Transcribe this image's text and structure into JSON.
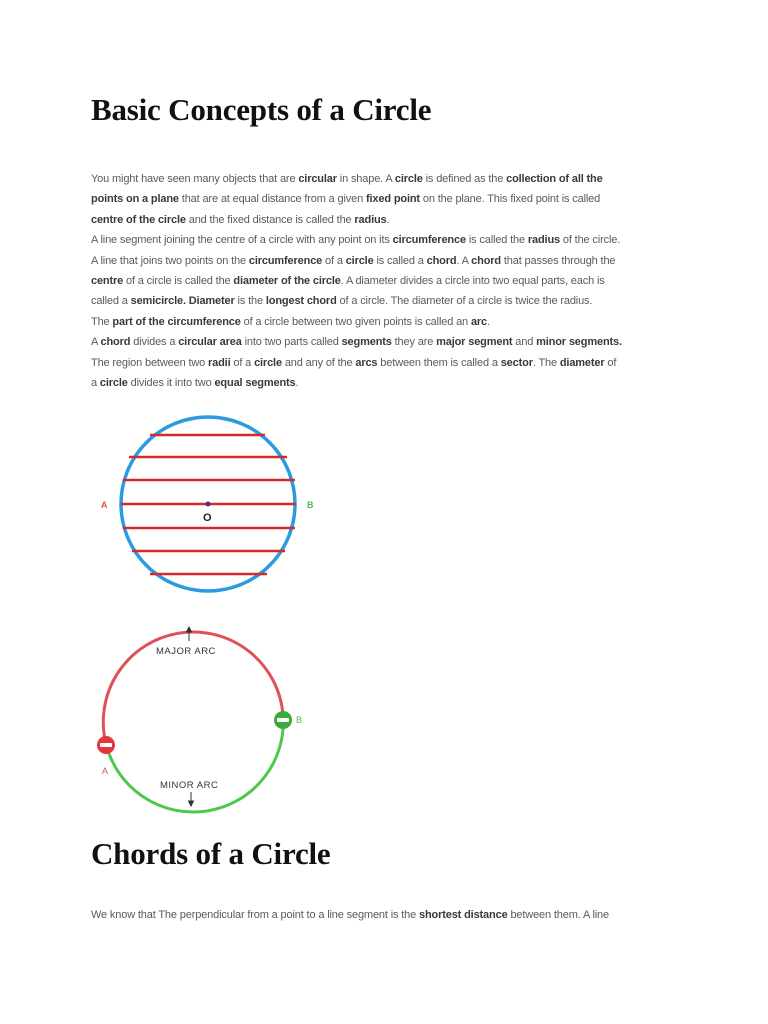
{
  "section1": {
    "heading": "Basic Concepts of a Circle",
    "paragraph_lines": [
      [
        [
          "You might have seen many objects that are ",
          false
        ],
        [
          "circular",
          true
        ],
        [
          " in shape. A ",
          false
        ],
        [
          "circle",
          true
        ],
        [
          " is defined as the ",
          false
        ],
        [
          "collection of all the",
          true
        ]
      ],
      [
        [
          "points on a plane",
          true
        ],
        [
          " that are at equal distance from a given ",
          false
        ],
        [
          "fixed point",
          true
        ],
        [
          " on the plane. This fixed point is called",
          false
        ]
      ],
      [
        [
          "centre of the circle",
          true
        ],
        [
          " and the fixed distance is called the ",
          false
        ],
        [
          "radius",
          true
        ],
        [
          ".",
          false
        ]
      ],
      [
        [
          "A line segment joining the centre of a circle with any point on its ",
          false
        ],
        [
          "circumference",
          true
        ],
        [
          " is called the ",
          false
        ],
        [
          "radius",
          true
        ],
        [
          " of the circle.",
          false
        ]
      ],
      [
        [
          "A line that joins two points on the ",
          false
        ],
        [
          "circumference",
          true
        ],
        [
          " of a ",
          false
        ],
        [
          "circle",
          true
        ],
        [
          " is called a ",
          false
        ],
        [
          "chord",
          true
        ],
        [
          ". A ",
          false
        ],
        [
          "chord",
          true
        ],
        [
          " that passes through the",
          false
        ]
      ],
      [
        [
          "centre",
          true
        ],
        [
          " of a circle is called the ",
          false
        ],
        [
          "diameter of the circle",
          true
        ],
        [
          ". A diameter divides a circle into two equal parts, each is",
          false
        ]
      ],
      [
        [
          "called a ",
          false
        ],
        [
          "semicircle. Diameter",
          true
        ],
        [
          " is the ",
          false
        ],
        [
          "longest chord",
          true
        ],
        [
          " of a circle. The diameter of a circle is twice the radius.",
          false
        ]
      ],
      [
        [
          "The ",
          false
        ],
        [
          "part of the circumference",
          true
        ],
        [
          " of a circle between two given points is called an ",
          false
        ],
        [
          "arc",
          true
        ],
        [
          ".",
          false
        ]
      ],
      [
        [
          "A ",
          false
        ],
        [
          "chord",
          true
        ],
        [
          " divides a ",
          false
        ],
        [
          "circular area",
          true
        ],
        [
          " into two parts called ",
          false
        ],
        [
          "segments",
          true
        ],
        [
          " they are ",
          false
        ],
        [
          "major segment",
          true
        ],
        [
          " and ",
          false
        ],
        [
          "minor segments.",
          true
        ]
      ],
      [
        [
          "The region between two ",
          false
        ],
        [
          "radii",
          true
        ],
        [
          " of a ",
          false
        ],
        [
          "circle",
          true
        ],
        [
          " and any of the ",
          false
        ],
        [
          "arcs",
          true
        ],
        [
          " between them is called a ",
          false
        ],
        [
          "sector",
          true
        ],
        [
          ". The ",
          false
        ],
        [
          "diameter",
          true
        ],
        [
          " of",
          false
        ]
      ],
      [
        [
          "a ",
          false
        ],
        [
          "circle",
          true
        ],
        [
          " divides it into two ",
          false
        ],
        [
          "equal segments",
          true
        ],
        [
          ".",
          false
        ]
      ]
    ]
  },
  "figure_chords": {
    "label_a": "A",
    "label_b": "B",
    "label_center": "O",
    "circle_color": "#2a9be0",
    "chord_color": "#d42a2a",
    "label_a_color": "#d9534f",
    "label_b_color": "#4cbf4c"
  },
  "figure_arcs": {
    "major_label": "MAJOR ARC",
    "minor_label": "MINOR ARC",
    "label_a": "A",
    "label_b": "B",
    "major_color": "#e05058",
    "minor_color": "#4cc94c"
  },
  "section2": {
    "heading": "Chords of a Circle",
    "paragraph_lines": [
      [
        [
          "We know that The perpendicular from a point to a line segment is the ",
          false
        ],
        [
          "shortest distance",
          true
        ],
        [
          " between them. A line",
          false
        ]
      ]
    ]
  }
}
